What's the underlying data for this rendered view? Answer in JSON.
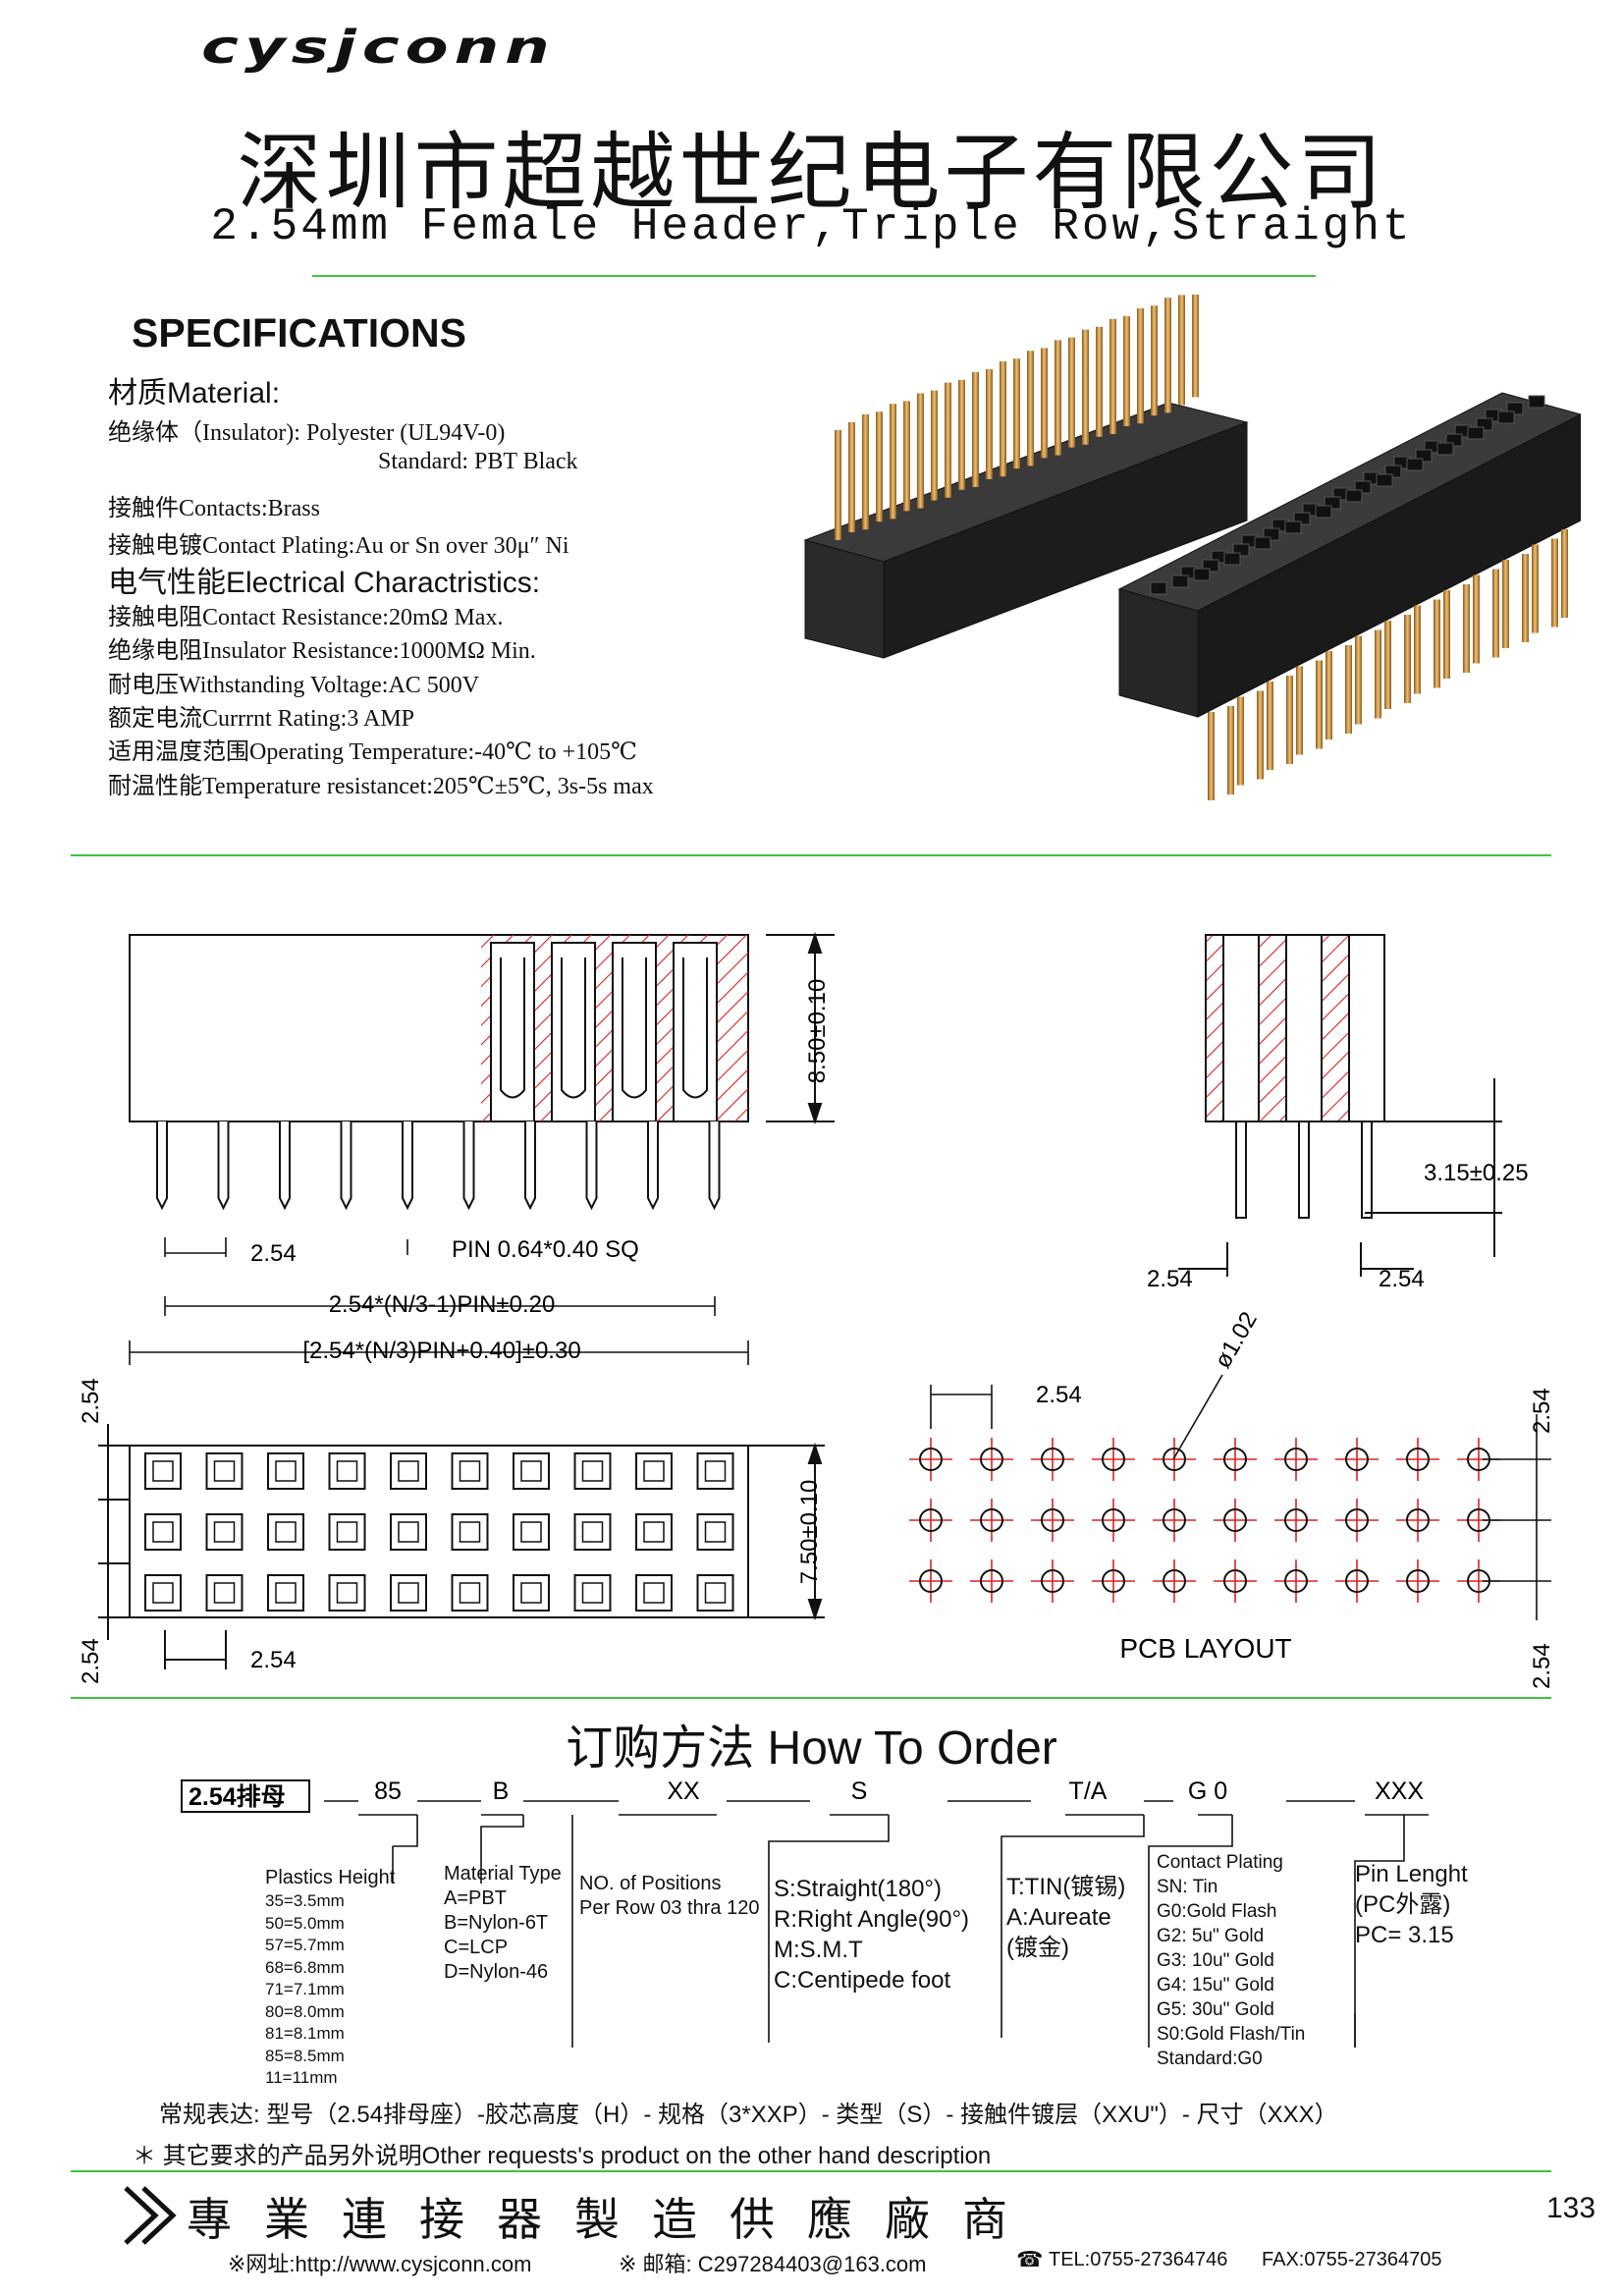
{
  "header": {
    "logo": "cysjconn",
    "company": "深圳市超越世纪电子有限公司",
    "subtitle": "2.54mm Female Header,Triple Row,Straight"
  },
  "specifications": {
    "title": "SPECIFICATIONS",
    "material_head": "材质Material:",
    "insulator": "绝缘体（Insulator): Polyester (UL94V-0)",
    "standard": "Standard: PBT Black",
    "contacts": "接触件Contacts:Brass",
    "plating": "接触电镀Contact Plating:Au or Sn over 30μ″ Ni",
    "electrical_head": "电气性能Electrical Charactristics:",
    "contact_resistance": "接触电阻Contact Resistance:20mΩ Max.",
    "insulator_resistance": "绝缘电阻Insulator Resistance:1000MΩ Min.",
    "voltage": "耐电压Withstanding Voltage:AC 500V",
    "current": "额定电流Currrnt Rating:3 AMP",
    "temperature": "适用温度范围Operating Temperature:-40℃ to +105℃",
    "temp_resist": "耐温性能Temperature resistancet:205℃±5℃, 3s-5s max"
  },
  "drawing": {
    "height_dim": "8.50±0.10",
    "pitch1": "2.54",
    "pin_size": "PIN 0.64*0.40 SQ",
    "span_dim": "2.54*(N/3-1)PIN±0.20",
    "total_dim": "[2.54*(N/3)PIN+0.40]±0.30",
    "tail_dim": "3.15±0.25",
    "side_pitch_left": "2.54",
    "side_pitch_right": "2.54",
    "top_pitch_v1": "2.54",
    "top_pitch_v2": "2.54",
    "top_pitch_h": "2.54",
    "width_dim": "7.50±0.10",
    "pcb_pitch_h": "2.54",
    "pcb_hole": "ø1.02",
    "pcb_pitch_v1": "2.54",
    "pcb_pitch_v2": "2.54",
    "pcb_label": "PCB LAYOUT"
  },
  "order": {
    "title": "订购方法 How To Order",
    "code_box": "2.54排母",
    "code_85": "85",
    "code_b": "B",
    "code_xx": "XX",
    "code_s": "S",
    "code_ta": "T/A",
    "code_g0": "G 0",
    "code_xxx": "XXX",
    "height_title": "Plastics Height",
    "heights": [
      "35=3.5mm",
      "50=5.0mm",
      "57=5.7mm",
      "68=6.8mm",
      "71=7.1mm",
      "80=8.0mm",
      "81=8.1mm",
      "85=8.5mm",
      "11=11mm"
    ],
    "material_title": "Material Type",
    "materials": [
      "A=PBT",
      "B=Nylon-6T",
      "C=LCP",
      "D=Nylon-46"
    ],
    "positions": [
      "NO. of Positions",
      "Per Row  03 thra 120"
    ],
    "types": [
      "S:Straight(180°)",
      "R:Right Angle(90°)",
      "M:S.M.T",
      "C:Centipede foot"
    ],
    "tin": [
      "T:TIN(镀锡)",
      "A:Aureate",
      "(镀金)"
    ],
    "plating_title": "Contact Plating",
    "platings": [
      "SN: Tin",
      "G0:Gold Flash",
      "G2:  5u\" Gold",
      "G3: 10u\" Gold",
      "G4: 15u\" Gold",
      "G5: 30u\" Gold",
      "S0:Gold Flash/Tin",
      "Standard:G0"
    ],
    "pin_len": [
      "Pin Lenght",
      "(PC外露)",
      "PC= 3.15"
    ],
    "expression": "常规表达: 型号（2.54排母座）-胶芯高度（H）- 规格（3*XXP）- 类型（S）- 接触件镀层（XXU\"）- 尺寸（XXX）",
    "other": "＊ 其它要求的产品另外说明Other requests's product on the other hand description"
  },
  "footer": {
    "slogan": "專業連接器製造供應廠商",
    "page": "133",
    "web": "※网址:http://www.cysjconn.com",
    "mail": "※ 邮箱: C297284403@163.com",
    "tel": "TEL:0755-27364746",
    "fax": "FAX:0755-27364705"
  }
}
